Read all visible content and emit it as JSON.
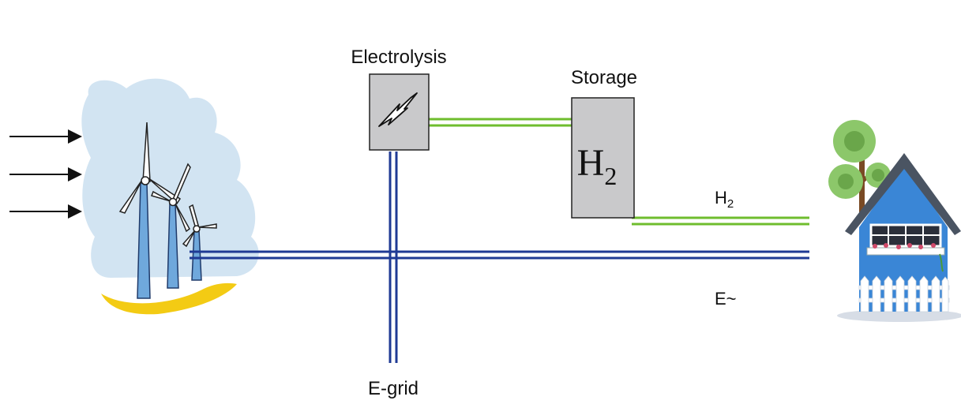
{
  "labels": {
    "electrolysis": "Electrolysis",
    "storage": "Storage",
    "storage_symbol": "H",
    "storage_subscript": "2",
    "h2_line": "H",
    "h2_line_subscript": "2",
    "e_line": "E~",
    "e_grid": "E-grid"
  },
  "colors": {
    "hydrogen_line": "#6fbd2e",
    "electric_line": "#1f3a94",
    "box_fill": "#c9c9cb",
    "cloud": "#d2e4f2",
    "sand": "#f3cb14",
    "house_wall": "#3a86d6",
    "house_roof": "#4a5462",
    "tree": "#8cc76a"
  },
  "icons": {
    "wind": "wind-arrow-icon",
    "turbine": "wind-turbine-icon",
    "electrolysis": "lightning-bolt-icon",
    "house": "house-icon"
  }
}
